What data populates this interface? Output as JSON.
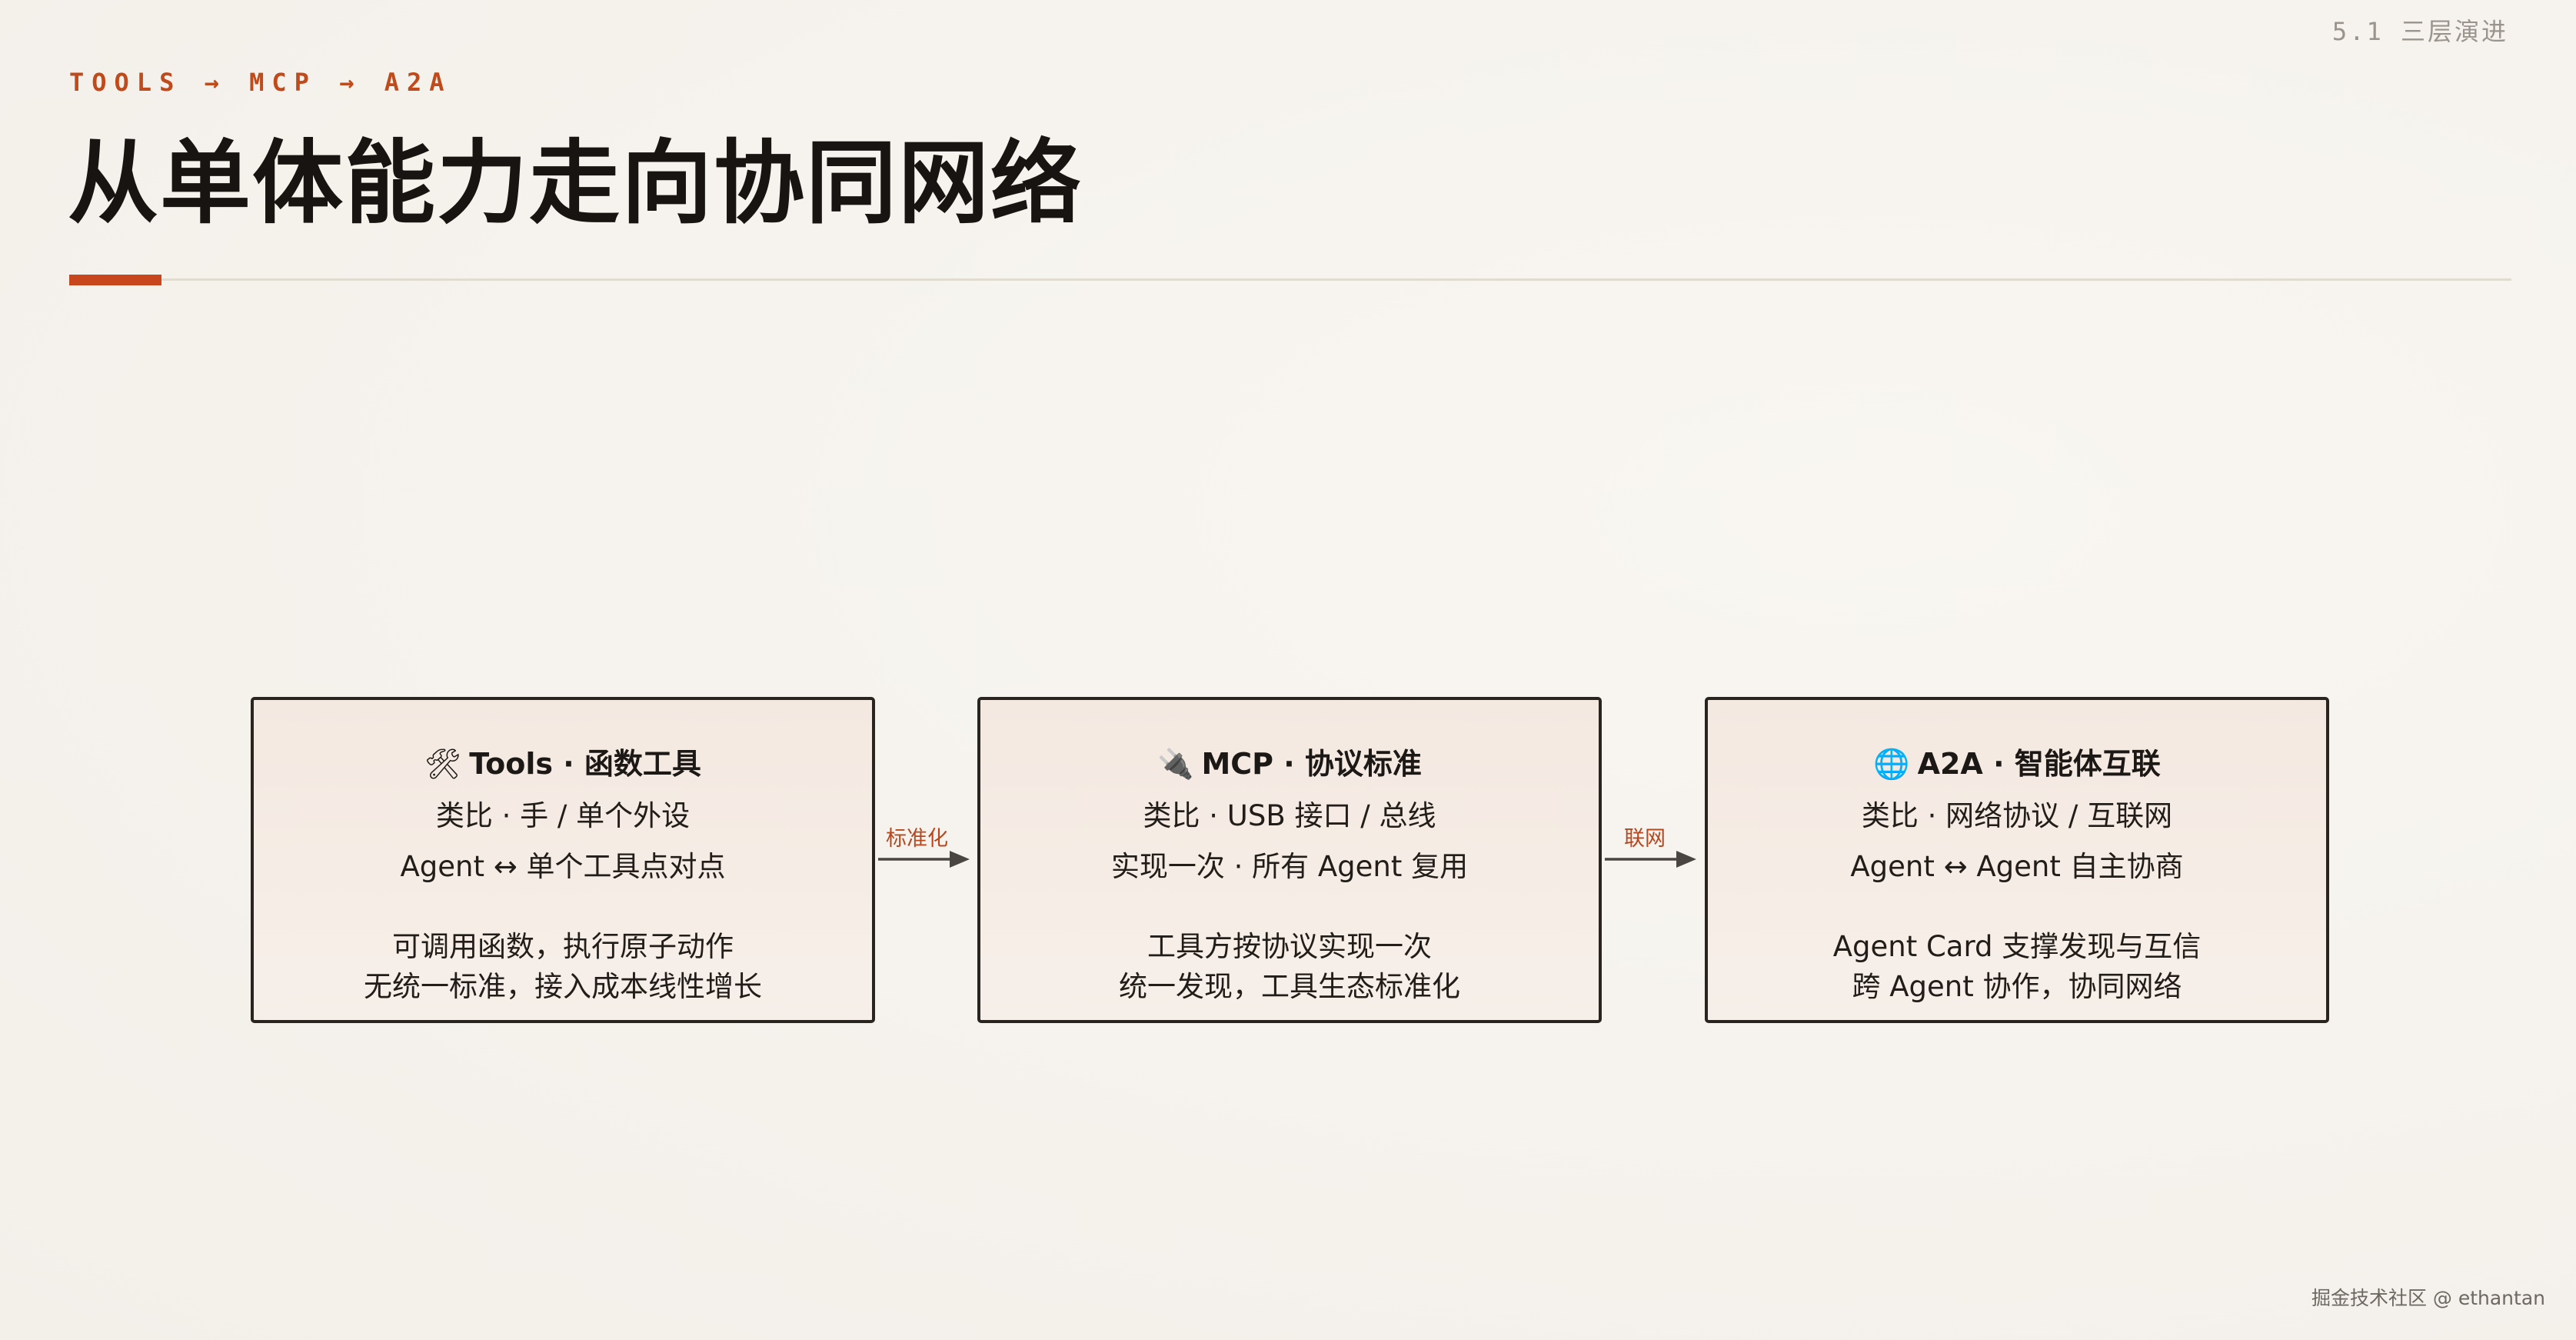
{
  "header": {
    "page_number": "5.1  三层演进",
    "kicker": "TOOLS → MCP → A2A",
    "title": "从单体能力走向协同网络"
  },
  "diagram": {
    "nodes": [
      {
        "icon": "🛠",
        "icon_name": "tools-icon",
        "title": "Tools · 函数工具",
        "lines": [
          "类比 · 手 / 单个外设",
          "Agent ↔ 单个工具点对点",
          "可调用函数，执行原子动作",
          "无统一标准，接入成本线性增长"
        ]
      },
      {
        "icon": "🔌",
        "icon_name": "plug-icon",
        "title": "MCP · 协议标准",
        "lines": [
          "类比 · USB 接口 / 总线",
          "实现一次 · 所有 Agent 复用",
          "工具方按协议实现一次",
          "统一发现，工具生态标准化"
        ]
      },
      {
        "icon": "🌐",
        "icon_name": "globe-icon",
        "title": "A2A · 智能体互联",
        "lines": [
          "类比 · 网络协议 / 互联网",
          "Agent ↔ Agent 自主协商",
          "Agent Card 支撑发现与互信",
          "跨 Agent 协作，协同网络"
        ]
      }
    ],
    "edges": [
      {
        "from": "Tools",
        "to": "MCP",
        "label": "标准化"
      },
      {
        "from": "MCP",
        "to": "A2A",
        "label": "联网"
      }
    ]
  },
  "footer": {
    "credit": "掘金技术社区 @ ethantan"
  },
  "colors": {
    "accent": "#c8461c",
    "label": "#b5481f",
    "border": "#2a2420",
    "box_fill": "#f5ece5"
  }
}
